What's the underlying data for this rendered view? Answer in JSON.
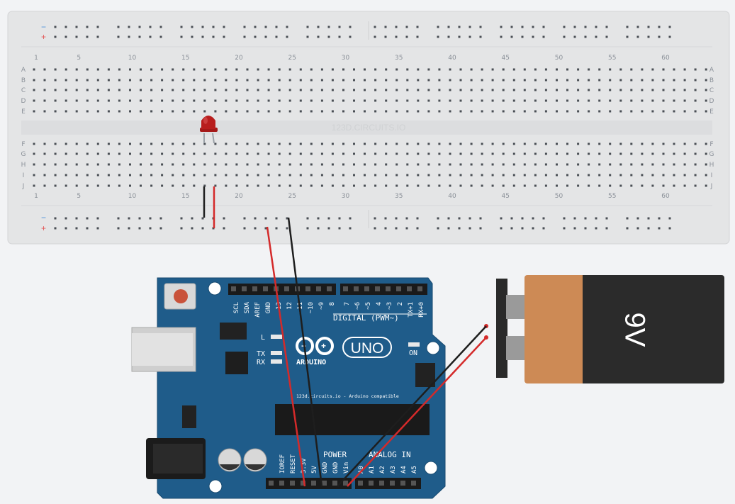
{
  "breadboard": {
    "watermark": "123D.CIRCUITS.IO",
    "rail_minus": "−",
    "rail_plus": "+",
    "row_letters_top": [
      "A",
      "B",
      "C",
      "D",
      "E"
    ],
    "row_letters_bottom": [
      "F",
      "G",
      "H",
      "I",
      "J"
    ],
    "column_numbers": [
      "1",
      "5",
      "10",
      "15",
      "20",
      "25",
      "30",
      "35",
      "40",
      "45",
      "50",
      "55",
      "60"
    ]
  },
  "arduino": {
    "logo_text": "ARDUINO",
    "model": "UNO",
    "caption": "123d.circuits.io - Arduino compatible",
    "digital_label": "DIGITAL (PWM~)",
    "on_label": "ON",
    "l_label": "L",
    "tx_label": "TX",
    "rx_label": "RX",
    "power_label": "POWER",
    "analog_label": "ANALOG IN",
    "top_pins": [
      "SCL",
      "SDA",
      "AREF",
      "GND",
      "13",
      "12",
      "~11",
      "~10",
      "~9",
      "8",
      "7",
      "~6",
      "~5",
      "4",
      "~3",
      "2",
      "TX+1",
      "RX+0"
    ],
    "power_pins": [
      "IOREF",
      "RESET",
      "3.3V",
      "5V",
      "GND",
      "GND",
      "Vin"
    ],
    "analog_pins": [
      "A0",
      "A1",
      "A2",
      "A3",
      "A4",
      "A5"
    ]
  },
  "battery": {
    "label": "9V"
  },
  "colors": {
    "wire_red": "#d42a2a",
    "wire_black": "#1e1e1e",
    "board_blue": "#1f5c8a",
    "led_red": "#b81d1d",
    "battery_orange": "#cd8a55"
  }
}
